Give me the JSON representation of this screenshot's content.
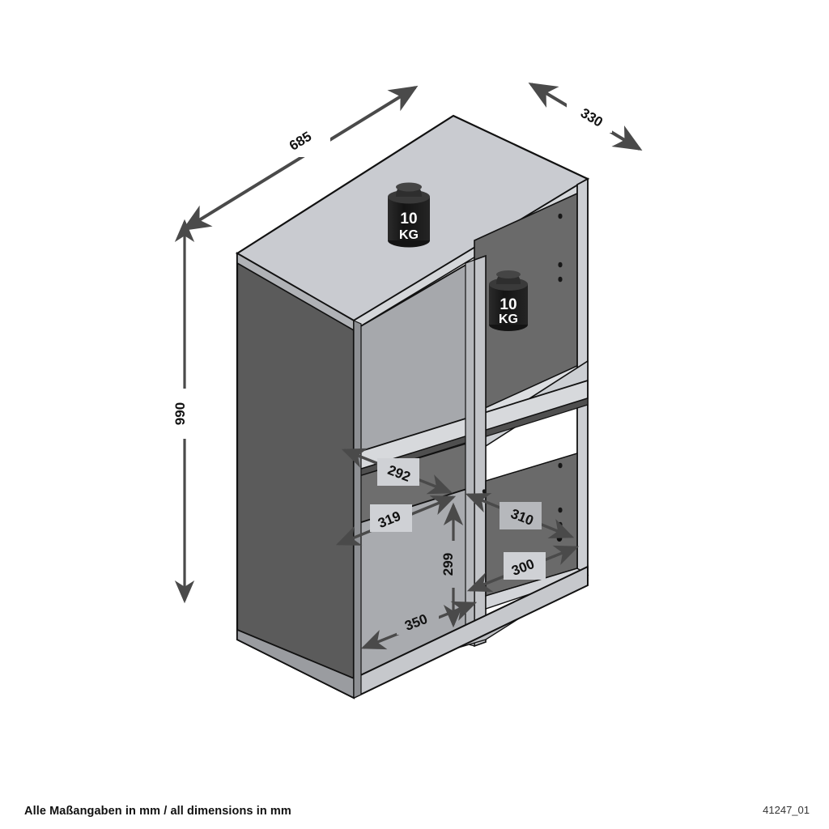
{
  "document": {
    "type": "technical-assembly-drawing",
    "subject": "4-compartment shelf unit (cube bookcase)",
    "projection": "isometric",
    "footer_note": "Alle Maßangaben in mm / all dimensions in mm",
    "part_code": "41247_01",
    "units": "mm"
  },
  "colors": {
    "background": "#ffffff",
    "outline": "#111111",
    "top_surface": "#c9cbd0",
    "side_panel_dark": "#5b5b5b",
    "interior_back_mid": "#a2a2a2",
    "interior_back_dark": "#6a6a6a",
    "shelf_face_light": "#c4c6ca",
    "shelf_edge_light": "#d8dadd",
    "dimension_arrow": "#4a4a4a",
    "weight_icon_body": "#1c1c1c",
    "weight_icon_top": "#3a3a3a",
    "text": "#111111"
  },
  "overall_dimensions": [
    {
      "id": "width",
      "label": "685",
      "description": "overall width",
      "orientation": "diagonal-up-right"
    },
    {
      "id": "depth",
      "label": "330",
      "description": "overall depth",
      "orientation": "diagonal-down-right"
    },
    {
      "id": "height",
      "label": "990",
      "description": "overall height",
      "orientation": "vertical"
    }
  ],
  "interior_dimensions": [
    {
      "id": "upper-left-depth",
      "label": "292",
      "description": "upper left compartment depth"
    },
    {
      "id": "upper-left-width",
      "label": "319",
      "description": "upper left compartment width"
    },
    {
      "id": "lower-right-depth",
      "label": "310",
      "description": "lower right compartment depth"
    },
    {
      "id": "lower-right-width",
      "label": "300",
      "description": "lower right compartment width"
    },
    {
      "id": "lower-compartment-height",
      "label": "299",
      "description": "lower compartment clear height"
    },
    {
      "id": "lower-left-width",
      "label": "350",
      "description": "lower left compartment width"
    }
  ],
  "load_labels": [
    {
      "id": "top-surface-load",
      "value": "10",
      "unit": "KG",
      "location": "top panel"
    },
    {
      "id": "middle-shelf-load",
      "value": "10",
      "unit": "KG",
      "location": "middle shelf"
    }
  ]
}
